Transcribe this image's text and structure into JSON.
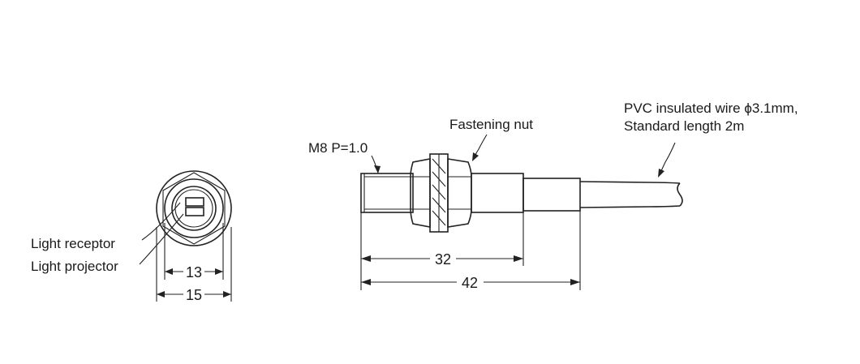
{
  "labels": {
    "light_receptor": "Light receptor",
    "light_projector": "Light projector",
    "thread": "M8 P=1.0",
    "fastening_nut": "Fastening nut",
    "wire_line1": "PVC insulated wire ϕ3.1mm,",
    "wire_line2": "Standard length 2m"
  },
  "dimensions": {
    "front_inner": "13",
    "front_outer": "15",
    "side_thread": "32",
    "side_total": "42"
  }
}
